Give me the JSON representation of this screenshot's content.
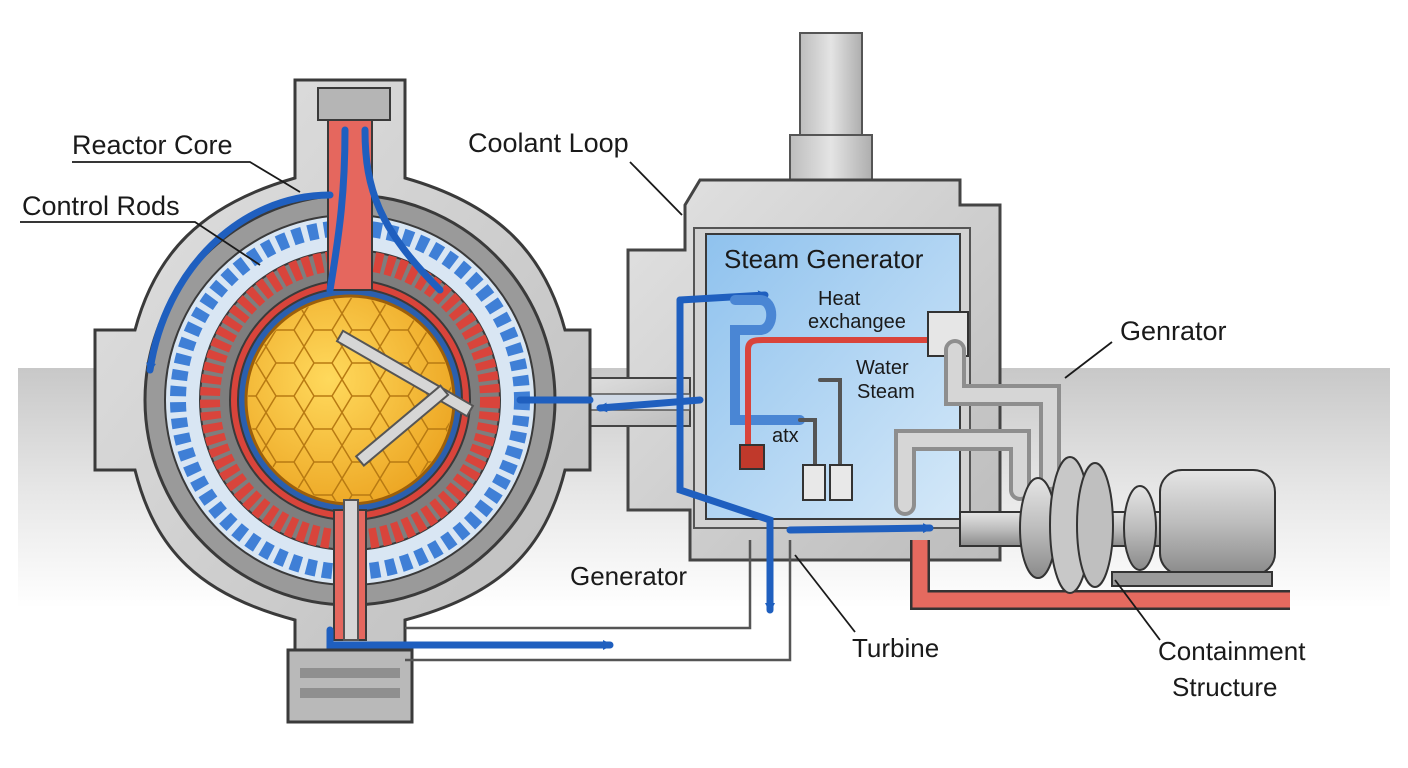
{
  "labels": {
    "reactor_core": "Reactor Core",
    "control_rods": "Control Rods",
    "coolant_loop": "Coolant Loop",
    "steam_generator": "Steam Generator",
    "heat_exchanger_line1": "Heat",
    "heat_exchanger_line2": "exchangee",
    "water": "Water",
    "steam": "Steam",
    "atx": "atx",
    "genrator": "Genrator",
    "generator": "Generator",
    "turbine": "Turbine",
    "containment_line1": "Containment",
    "containment_line2": "Structure"
  },
  "colors": {
    "coolant_blue": "#1f5fbf",
    "hot_red": "#d9443b",
    "core_yellow": "#f5b82e",
    "concrete_gray": "#c9c9c9",
    "steam_box_blue": "#a9cfee"
  }
}
